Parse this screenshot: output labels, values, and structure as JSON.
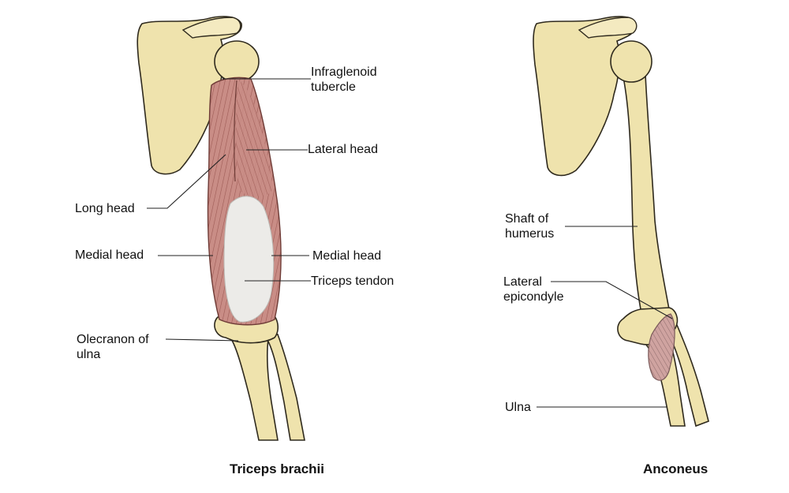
{
  "colors": {
    "bone": "#efe3ad",
    "bone_outline": "#2f2a1e",
    "muscle": "#c98d86",
    "muscle_dark": "#9d5a55",
    "tendon": "#e9e8e6",
    "leader": "#222222"
  },
  "left_figure": {
    "caption": "Triceps brachii",
    "labels": {
      "infraglenoid_line1": "Infraglenoid",
      "infraglenoid_line2": "tubercle",
      "lateral_head": "Lateral head",
      "long_head": "Long head",
      "medial_head_left": "Medial head",
      "medial_head_right": "Medial head",
      "triceps_tendon": "Triceps tendon",
      "olecranon_line1": "Olecranon of",
      "olecranon_line2": "ulna"
    }
  },
  "right_figure": {
    "caption": "Anconeus",
    "labels": {
      "shaft_line1": "Shaft of",
      "shaft_line2": "humerus",
      "epicondyle_line1": "Lateral",
      "epicondyle_line2": "epicondyle",
      "ulna": "Ulna"
    }
  }
}
